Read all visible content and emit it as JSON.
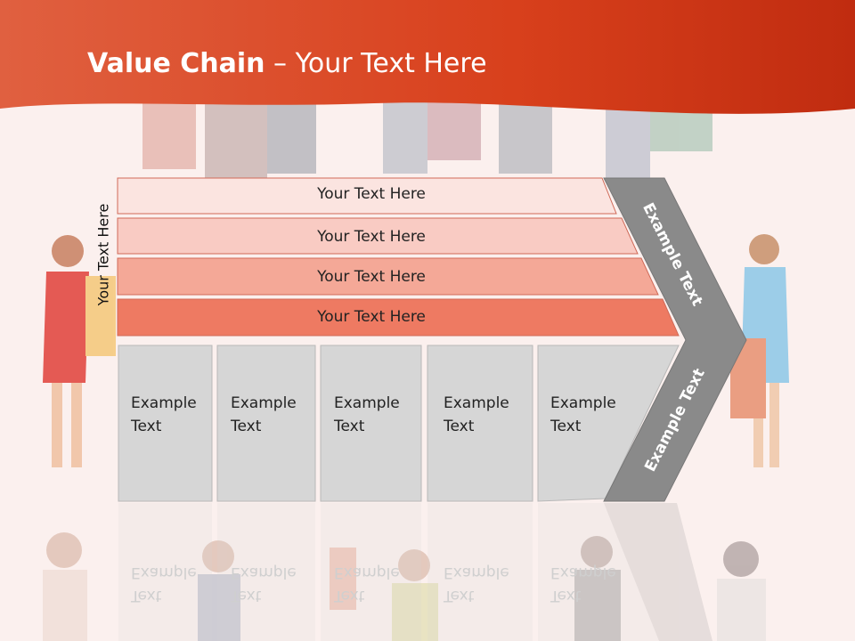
{
  "slide": {
    "title_bold": "Value Chain",
    "title_rest": " – Your Text Here",
    "vertical_label": "Your Text Here",
    "rows": [
      {
        "label": "Your Text Here",
        "color": "#fbe4e0"
      },
      {
        "label": "Your Text Here",
        "color": "#f9cbc3"
      },
      {
        "label": "Your Text Here",
        "color": "#f4a897"
      },
      {
        "label": "Your Text Here",
        "color": "#ee7a62"
      }
    ],
    "boxes": [
      {
        "line1": "Example",
        "line2": "Text"
      },
      {
        "line1": "Example",
        "line2": "Text"
      },
      {
        "line1": "Example",
        "line2": "Text"
      },
      {
        "line1": "Example",
        "line2": "Text"
      },
      {
        "line1": "Example",
        "line2": "Text"
      }
    ],
    "arrow_top_label": "Example Text",
    "arrow_bottom_label": "Example Text",
    "colors": {
      "header": "#d9401c",
      "box_fill": "#d6d6d6",
      "arrow_fill": "#8a8a8a",
      "background": "#fbf0ee"
    }
  }
}
